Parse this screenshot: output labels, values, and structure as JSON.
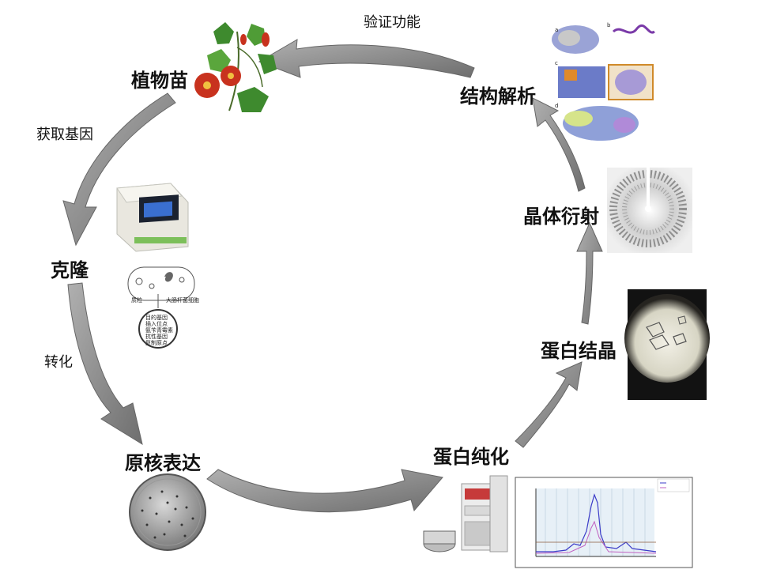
{
  "stages": {
    "plant": "植物苗",
    "clone": "克隆",
    "expression": "原核表达",
    "purification": "蛋白纯化",
    "crystal": "蛋白结晶",
    "diffraction": "晶体衍射",
    "structure": "结构解析"
  },
  "steps": {
    "get_gene": "获取基因",
    "transform": "转化",
    "verify": "验证功能"
  },
  "plasmid_diagram": {
    "plasmid": "质粒",
    "ecoli": "大肠杆菌细胞",
    "ring": [
      "目的基因",
      "插入位点",
      "氨苄青霉素",
      "抗性基因",
      "复制原点"
    ]
  },
  "structure_panels": [
    "a",
    "b",
    "c",
    "d"
  ],
  "colors": {
    "arrow": "#8a8a8a",
    "arrow_dark": "#5a5a5a",
    "flower": "#c8321e",
    "leaf": "#3e8a2e",
    "chrom_line": "#3b3bc8"
  }
}
